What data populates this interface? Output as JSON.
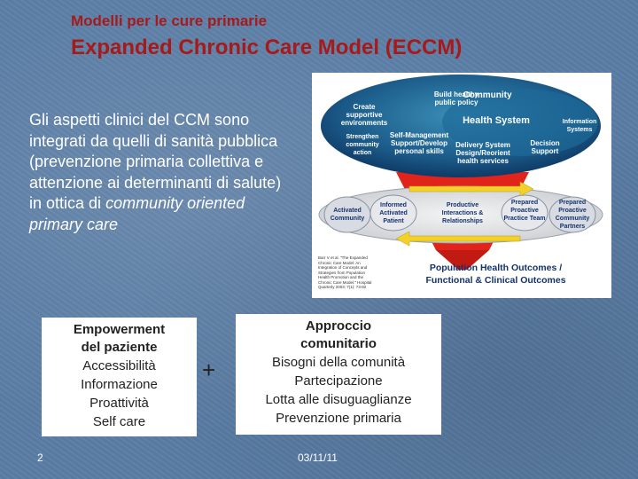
{
  "slide": {
    "title_line1": "Modelli per le cure primarie",
    "title_line2": "Expanded Chronic Care Model (ECCM)",
    "body_text_plain": "Gli aspetti clinici del CCM sono integrati da quelli di sanità pubblica (prevenzione primaria collettiva e attenzione ai determinanti di salute) in ottica di",
    "body_text_italic": "community oriented primary care",
    "page_number": "2",
    "date": "03/11/11"
  },
  "diagram": {
    "community": "Community",
    "build_policy": "Build healthy public policy",
    "create_env": "Create supportive environments",
    "health_system": "Health System",
    "info_systems": "Information Systems",
    "strengthen": "Strengthen community action",
    "self_mgmt": "Self-Management Support/Develop personal skills",
    "delivery": "Delivery System Design/Reorient health services",
    "decision": "Decision Support",
    "activated_community": "Activated Community",
    "informed_patient": "Informed Activated Patient",
    "productive": "Productive Interactions & Relationships",
    "prepared_team": "Prepared Proactive Practice Team",
    "prepared_partners": "Prepared Proactive Community Partners",
    "citation": "Barr V et al. \"The Expanded Chronic Care Model: An Integration of Concepts and Strategies from Population Health Promotion and the Chronic Care Model.\" Hospital Quarterly 2003; 7(1): 73-82",
    "outcomes_line1": "Population Health Outcomes /",
    "outcomes_line2": "Functional & Clinical Outcomes"
  },
  "box_left": {
    "heading_line1": "Empowerment",
    "heading_line2": "del paziente",
    "items": [
      "Accessibilità",
      "Informazione",
      "Proattività",
      "Self care"
    ]
  },
  "plus_sign": "+",
  "box_right": {
    "heading_line1": "Approccio",
    "heading_line2": "comunitario",
    "items": [
      "Bisogni della comunità",
      "Partecipazione",
      "Lotta alle disuguaglianze",
      "Prevenzione primaria"
    ]
  },
  "colors": {
    "title": "#a61a1a",
    "background": "#5b7ea6",
    "diagram_navy": "#14326e",
    "diagram_teal": "#2f7fa8",
    "arrow_red": "#e0241b",
    "arrow_yellow": "#f2d22a"
  }
}
